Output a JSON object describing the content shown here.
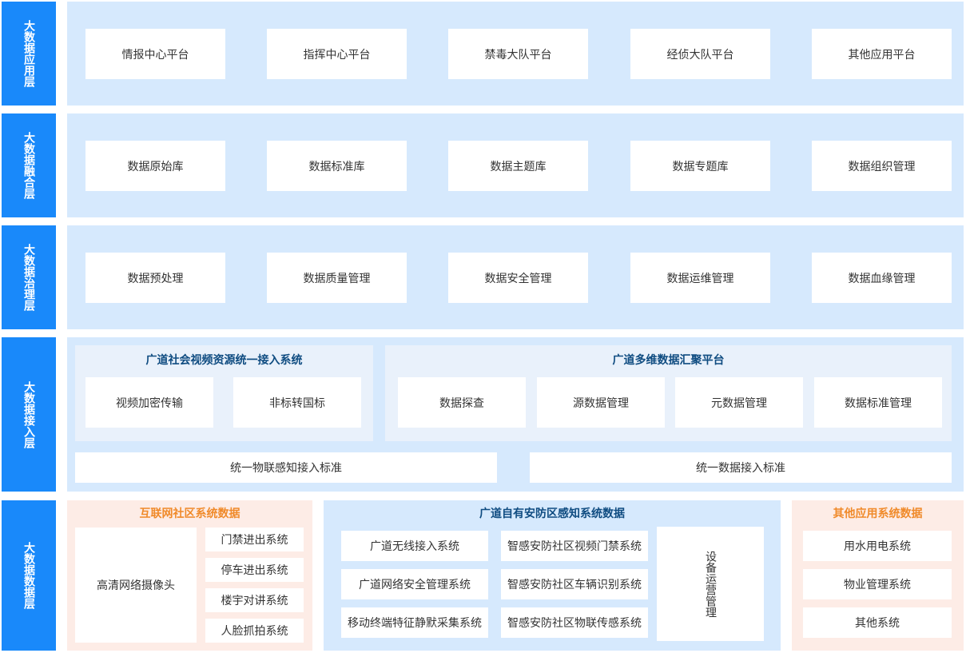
{
  "layers": {
    "application": {
      "label": "大数据应用层",
      "items": [
        "情报中心平台",
        "指挥中心平台",
        "禁毒大队平台",
        "经侦大队平台",
        "其他应用平台"
      ]
    },
    "fusion": {
      "label": "大数据融合层",
      "items": [
        "数据原始库",
        "数据标准库",
        "数据主题库",
        "数据专题库",
        "数据组织管理"
      ]
    },
    "governance": {
      "label": "大数据治理层",
      "items": [
        "数据预处理",
        "数据质量管理",
        "数据安全管理",
        "数据运维管理",
        "数据血缘管理"
      ]
    },
    "access": {
      "label": "大数据接入层",
      "video_system": {
        "title": "广道社会视频资源统一接入系统",
        "items": [
          "视频加密传输",
          "非标转国标"
        ]
      },
      "multi_platform": {
        "title": "广道多维数据汇聚平台",
        "items": [
          "数据探查",
          "源数据管理",
          "元数据管理",
          "数据标准管理"
        ]
      },
      "standards": [
        "统一物联感知接入标准",
        "统一数据接入标准"
      ]
    },
    "data": {
      "label": "大数据数据层",
      "internet": {
        "title": "互联网社区系统数据",
        "camera": "高清网络摄像头",
        "items": [
          "门禁进出系统",
          "停车进出系统",
          "楼宇对讲系统",
          "人脸抓拍系统"
        ]
      },
      "own": {
        "title": "广道自有安防区感知系统数据",
        "col1": [
          "广道无线接入系统",
          "广道网络安全管理系统",
          "移动终端特征静默采集系统"
        ],
        "col2": [
          "智感安防社区视频门禁系统",
          "智感安防社区车辆识别系统",
          "智感安防社区物联传感系统"
        ],
        "device": "设备运营管理"
      },
      "other": {
        "title": "其他应用系统数据",
        "items": [
          "用水用电系统",
          "物业管理系统",
          "其他系统"
        ]
      }
    }
  },
  "colors": {
    "label_bg": "#1989fa",
    "band_bg": "#d6e9fd",
    "group_bg": "#e9f1fb",
    "peach_bg": "#fdece6",
    "title_blue": "#0f4c81",
    "title_orange": "#f08a2a"
  }
}
